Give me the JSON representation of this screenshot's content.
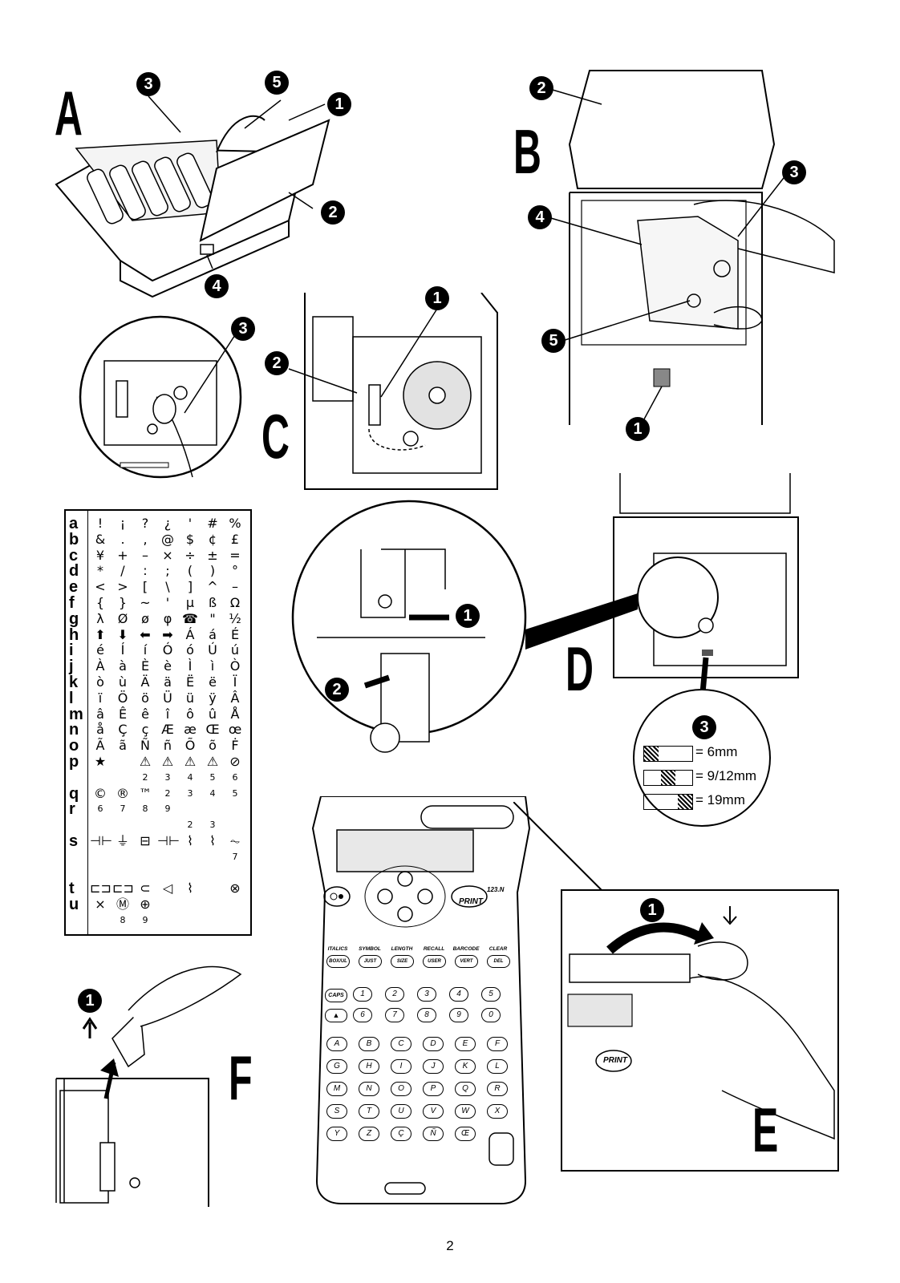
{
  "figures": {
    "A": "A",
    "B": "B",
    "C": "C",
    "D": "D",
    "E": "E",
    "F": "F"
  },
  "callouts": {
    "a": [
      "3",
      "5",
      "1",
      "2",
      "4"
    ],
    "b": [
      "2",
      "3",
      "4",
      "5",
      "1"
    ],
    "c": [
      "3",
      "2",
      "1"
    ],
    "d": [
      "1",
      "2",
      "3"
    ],
    "e": [
      "1"
    ],
    "f": [
      "1"
    ]
  },
  "tape_sizes": [
    "= 6mm",
    "= 9/12mm",
    "= 19mm"
  ],
  "keyboard": {
    "print": "PRINT",
    "model": "123.N",
    "func_labels": [
      "ITALICS",
      "SYMBOL",
      "LENGTH",
      "RECALL",
      "BARCODE",
      "CLEAR"
    ],
    "func_keys": [
      "BOX/UL",
      "JUST",
      "SIZE",
      "USER",
      "VERT",
      "DEL"
    ],
    "caps": "CAPS",
    "num_row1": [
      "1",
      "2",
      "3",
      "4",
      "5"
    ],
    "num_row2": [
      "6",
      "7",
      "8",
      "9",
      "0"
    ],
    "alpha_rows": [
      [
        "A",
        "B",
        "C",
        "D",
        "E",
        "F"
      ],
      [
        "G",
        "H",
        "I",
        "J",
        "K",
        "L"
      ],
      [
        "M",
        "N",
        "O",
        "P",
        "Q",
        "R"
      ],
      [
        "S",
        "T",
        "U",
        "V",
        "W",
        "X"
      ],
      [
        "Y",
        "Z",
        "Ç",
        "Ñ",
        "Œ"
      ]
    ]
  },
  "char_table": [
    {
      "label": "a",
      "cells": [
        "!",
        "¡",
        "?",
        "¿",
        "'",
        "#",
        "%"
      ]
    },
    {
      "label": "b",
      "cells": [
        "&",
        ".",
        ",",
        "@",
        "$",
        "¢",
        "£"
      ]
    },
    {
      "label": "c",
      "cells": [
        "¥",
        "+",
        "–",
        "×",
        "÷",
        "±",
        "="
      ]
    },
    {
      "label": "d",
      "cells": [
        "*",
        "/",
        ":",
        ";",
        "(",
        ")",
        "°"
      ]
    },
    {
      "label": "e",
      "cells": [
        "<",
        ">",
        "[",
        "\\",
        "]",
        "^",
        "–"
      ]
    },
    {
      "label": "f",
      "cells": [
        "{",
        "}",
        "~",
        "'",
        "µ",
        "ß",
        "Ω"
      ]
    },
    {
      "label": "g",
      "cells": [
        "λ",
        "Ø",
        "ø",
        "φ",
        "☎",
        "\"",
        "½"
      ]
    },
    {
      "label": "h",
      "cells": [
        "⬆",
        "⬇",
        "⬅",
        "➡",
        "Á",
        "á",
        "É"
      ]
    },
    {
      "label": "i",
      "cells": [
        "é",
        "Í",
        "í",
        "Ó",
        "ó",
        "Ú",
        "ú"
      ]
    },
    {
      "label": "j",
      "cells": [
        "À",
        "à",
        "È",
        "è",
        "Ì",
        "ì",
        "Ò"
      ]
    },
    {
      "label": "k",
      "cells": [
        "ò",
        "ù",
        "Ä",
        "ä",
        "Ë",
        "ë",
        "Ï"
      ]
    },
    {
      "label": "l",
      "cells": [
        "ï",
        "Ö",
        "ö",
        "Ü",
        "ü",
        "ÿ",
        "Â"
      ]
    },
    {
      "label": "m",
      "cells": [
        "â",
        "Ê",
        "ê",
        "î",
        "ô",
        "û",
        "Å"
      ]
    },
    {
      "label": "n",
      "cells": [
        "å",
        "Ç",
        "ç",
        "Æ",
        "æ",
        "Œ",
        "œ"
      ]
    },
    {
      "label": "o",
      "cells": [
        "Ã",
        "ã",
        "Ñ",
        "ñ",
        "Õ",
        "õ",
        "Ḟ"
      ]
    },
    {
      "label": "p",
      "cells": [
        "★",
        "",
        "⚠",
        "⚠",
        "⚠",
        "⚠",
        "⊘"
      ]
    },
    {
      "label": "",
      "cells": [
        "",
        "",
        "2",
        "3",
        "4",
        "5",
        "6"
      ]
    },
    {
      "label": "q",
      "cells": [
        "©",
        "®",
        "™",
        "2",
        "3",
        "4",
        "5"
      ]
    },
    {
      "label": "r",
      "cells": [
        "6",
        "7",
        "8",
        "9",
        "",
        "",
        ""
      ]
    },
    {
      "label": "",
      "cells": [
        "",
        "",
        "",
        "",
        "2",
        "3",
        ""
      ]
    },
    {
      "label": "s",
      "cells": [
        "⊣⊢",
        "⏚",
        "⊟",
        "⊣⊢",
        "⌇",
        "⌇",
        "⏦"
      ]
    },
    {
      "label": "",
      "cells": [
        "",
        "",
        "",
        "",
        "",
        "",
        "7"
      ]
    },
    {
      "label": "",
      "cells": [
        "",
        "",
        "",
        "",
        "",
        "",
        ""
      ]
    },
    {
      "label": "t",
      "cells": [
        "⊏⊐",
        "⊏⊐",
        "⊂",
        "◁",
        "⌇",
        "",
        "⊗"
      ]
    },
    {
      "label": "u",
      "cells": [
        "×",
        "Ⓜ",
        "⊕",
        "",
        "",
        "",
        ""
      ]
    },
    {
      "label": "",
      "cells": [
        "",
        "8",
        "9",
        "",
        "",
        "",
        ""
      ]
    }
  ],
  "page_number": "2"
}
